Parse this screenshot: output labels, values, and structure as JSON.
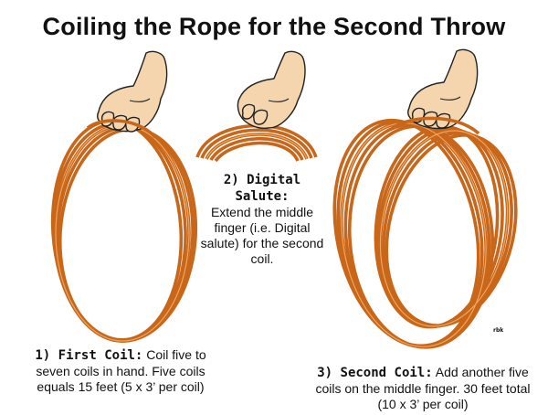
{
  "title": "Coiling the Rope for the Second Throw",
  "steps": [
    {
      "lead": "1) First Coil:",
      "text": "Coil five to seven coils in hand. Five coils equals 15 feet (5 x 3’ per coil)"
    },
    {
      "lead": "2) Digital Salute:",
      "text": "Extend the middle finger (i.e. Digital salute) for the second coil."
    },
    {
      "lead": "3) Second Coil:",
      "text": "Add another five coils on the middle finger. 30 feet total (10 x 3’ per coil)"
    }
  ],
  "credit": "rbk",
  "colors": {
    "rope": "#c8661a",
    "rope_highlight": "#f0a55c",
    "skin": "#f4d5ad",
    "outline": "#222222"
  }
}
